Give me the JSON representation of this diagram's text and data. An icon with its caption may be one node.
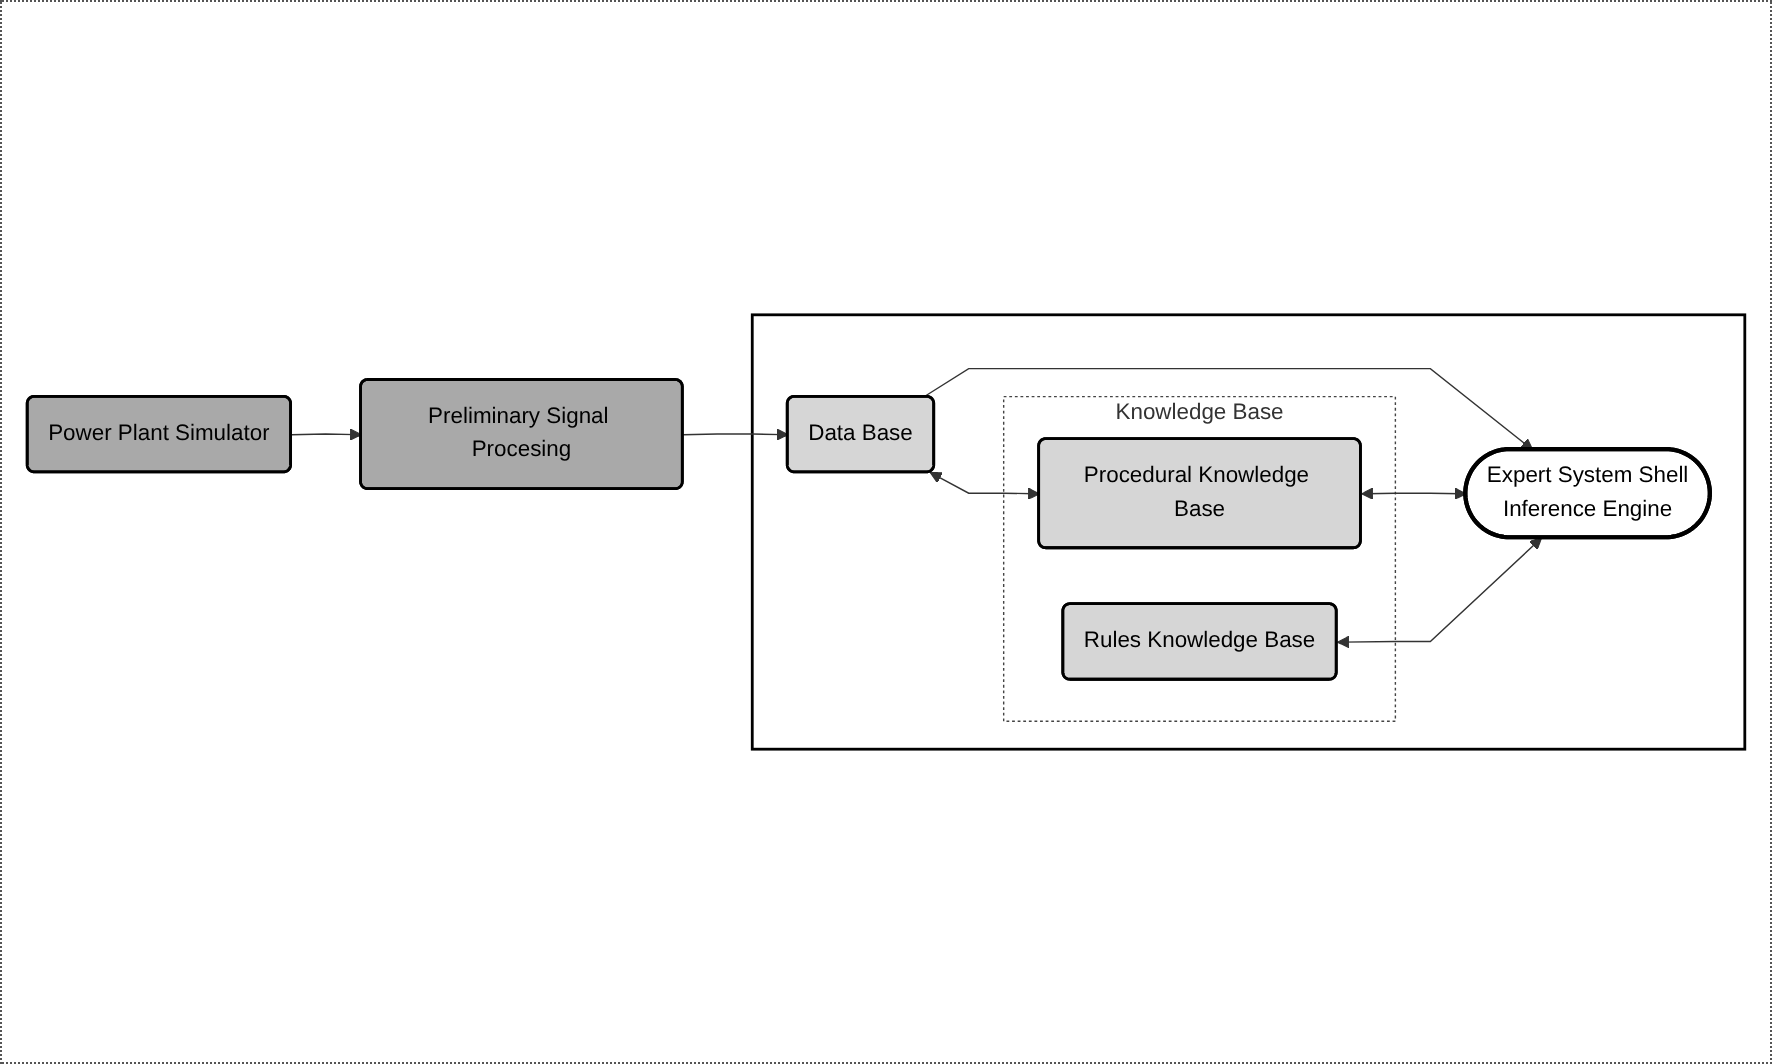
{
  "diagram": {
    "nodes": [
      {
        "text": [
          "Power Plant Simulator"
        ]
      },
      {
        "text": [
          "Preliminary Signal Procesing"
        ]
      },
      {
        "text": [],
        "shape": "box"
      },
      {
        "text": [
          "Expert System Shell",
          "Inference Engine"
        ],
        "in": 2
      },
      {
        "text": [
          "Data Base"
        ],
        "in": 2
      },
      {
        "text": [
          "Knowledge  Base"
        ],
        "in": 2
      },
      {
        "text": [
          "Procedural Knowledge Base"
        ],
        "in": 5
      },
      {
        "text": [
          "Rules Knowledge Base"
        ],
        "in": 5
      }
    ],
    "edges": [
      {
        "from": 0,
        "to": 1,
        "arrow": "to"
      },
      {
        "from": 1,
        "to": 4,
        "arrow": "to"
      },
      {
        "from": 4,
        "to": 3,
        "arrow": "to"
      },
      {
        "from": 4,
        "to": 6,
        "arrow": "both"
      },
      {
        "from": 6,
        "to": 3,
        "arrow": "both"
      },
      {
        "from": 7,
        "to": 3,
        "arrow": "both"
      }
    ]
  }
}
